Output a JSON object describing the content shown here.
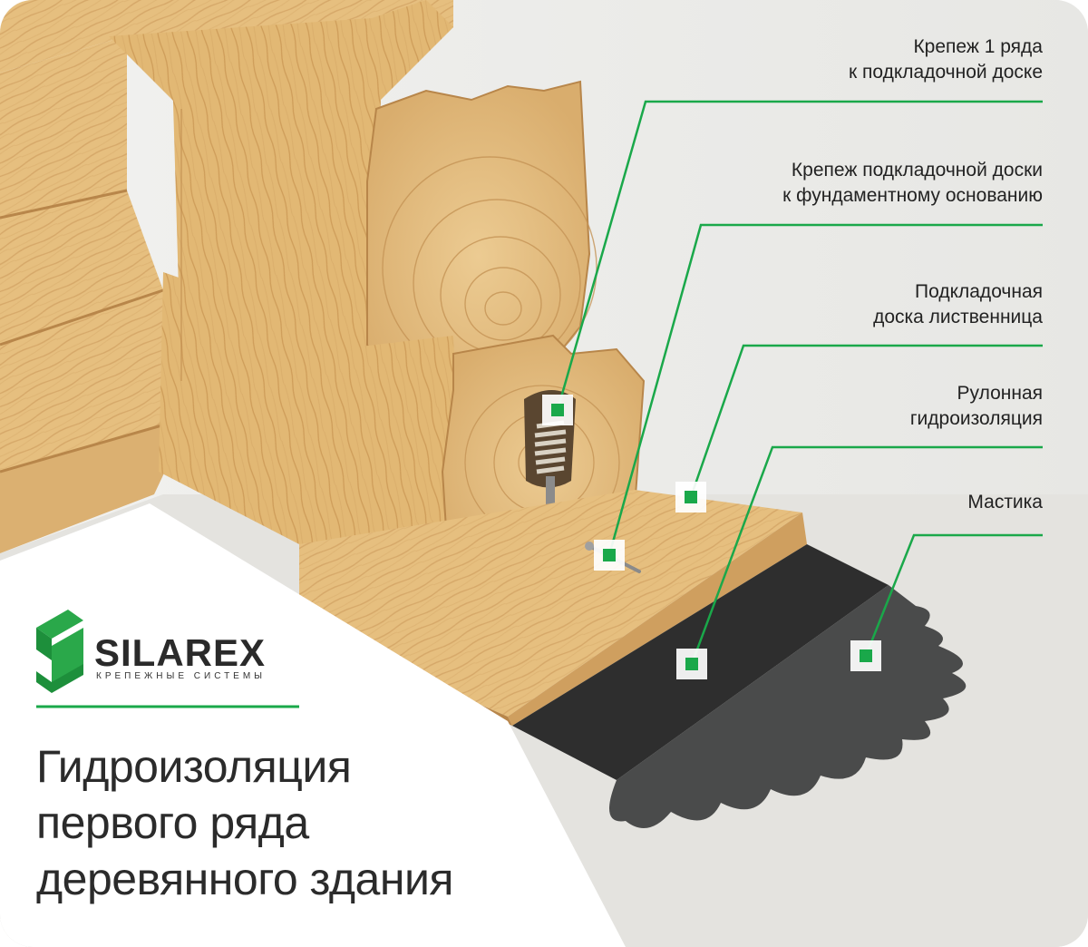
{
  "colors": {
    "accent": "#1aa84a",
    "wood": "#e6bf7f",
    "wood_dark": "#c9975a",
    "membrane": "#2e2e2e",
    "mastic": "#4a4b4b",
    "concrete": "#e4e3df"
  },
  "logo": {
    "name": "SILAREX",
    "tagline": "КРЕПЕЖНЫЕ СИСТЕМЫ",
    "icon": "silarex-s-mark-icon"
  },
  "title": {
    "line1": "Гидроизоляция",
    "line2": "первого ряда",
    "line3": "деревянного здания"
  },
  "callouts": [
    {
      "id": "fastener-first-row",
      "lines": [
        "Крепеж 1 ряда",
        "к подкладочной доске"
      ]
    },
    {
      "id": "fastener-base-board",
      "lines": [
        "Крепеж подкладочной доски",
        "к фундаментному основанию"
      ]
    },
    {
      "id": "base-board",
      "lines": [
        "Подкладочная",
        "доска лиственница"
      ]
    },
    {
      "id": "roll-waterproofing",
      "lines": [
        "Рулонная",
        "гидроизоляция"
      ]
    },
    {
      "id": "mastic",
      "lines": [
        "Мастика"
      ]
    }
  ]
}
